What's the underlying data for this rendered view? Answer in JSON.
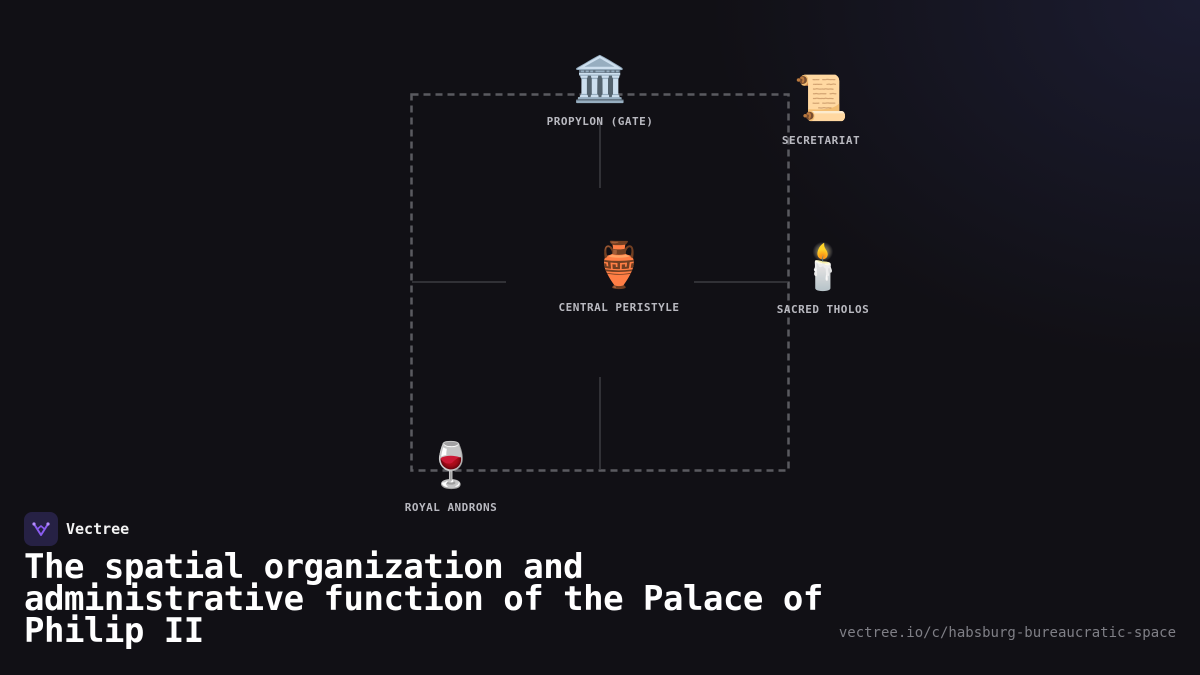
{
  "diagram": {
    "nodes": [
      {
        "id": "propylon",
        "icon": "classical-building-icon",
        "glyph": "🏛️",
        "label": "PROPYLON (GATE)"
      },
      {
        "id": "secretariat",
        "icon": "scroll-icon",
        "glyph": "📜",
        "label": "SECRETARIAT"
      },
      {
        "id": "peristyle",
        "icon": "amphora-icon",
        "glyph": "🏺",
        "label": "CENTRAL PERISTYLE"
      },
      {
        "id": "tholos",
        "icon": "candle-icon",
        "glyph": "🕯️",
        "label": "SACRED THOLOS"
      },
      {
        "id": "androns",
        "icon": "wine-glass-icon",
        "glyph": "🍷",
        "label": "ROYAL ANDRONS"
      }
    ]
  },
  "brand": {
    "name": "Vectree",
    "logo_icon": "vectree-logo-icon"
  },
  "title": "The spatial organization and administrative function of the Palace of Philip II",
  "url": "vectree.io/c/habsburg-bureaucratic-space",
  "colors": {
    "background": "#111015",
    "frame_stroke": "#5a5a60",
    "connector_stroke": "#3c3c42",
    "label": "#b9b9c0",
    "logo_bg": "#262144",
    "logo_accent": "#8a5cf0",
    "url": "#7f7f86"
  }
}
